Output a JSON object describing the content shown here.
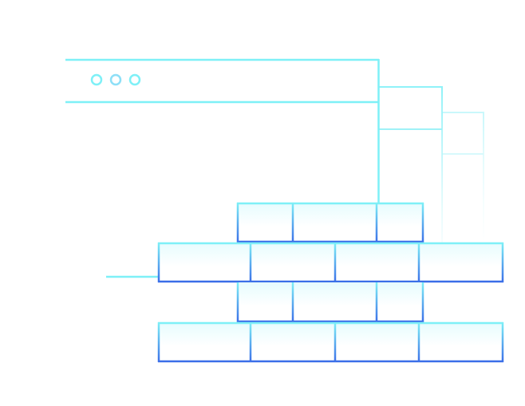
{
  "illustration": {
    "subject": "firewall-browser-illustration",
    "colors": {
      "cyan": "#7ef0f7",
      "light_cyan": "#b7f6fb",
      "blue": "#3a6ee8",
      "brick_fill_top": "#eafdfe",
      "brick_fill_bottom": "#ffffff"
    },
    "browser_window": {
      "window_controls_count": 3,
      "content_lines_count": 4
    },
    "brick_wall": {
      "rows_count": 4
    },
    "icons": [
      "browser-window-icon",
      "brick-wall-icon",
      "window-dot-icon"
    ]
  }
}
